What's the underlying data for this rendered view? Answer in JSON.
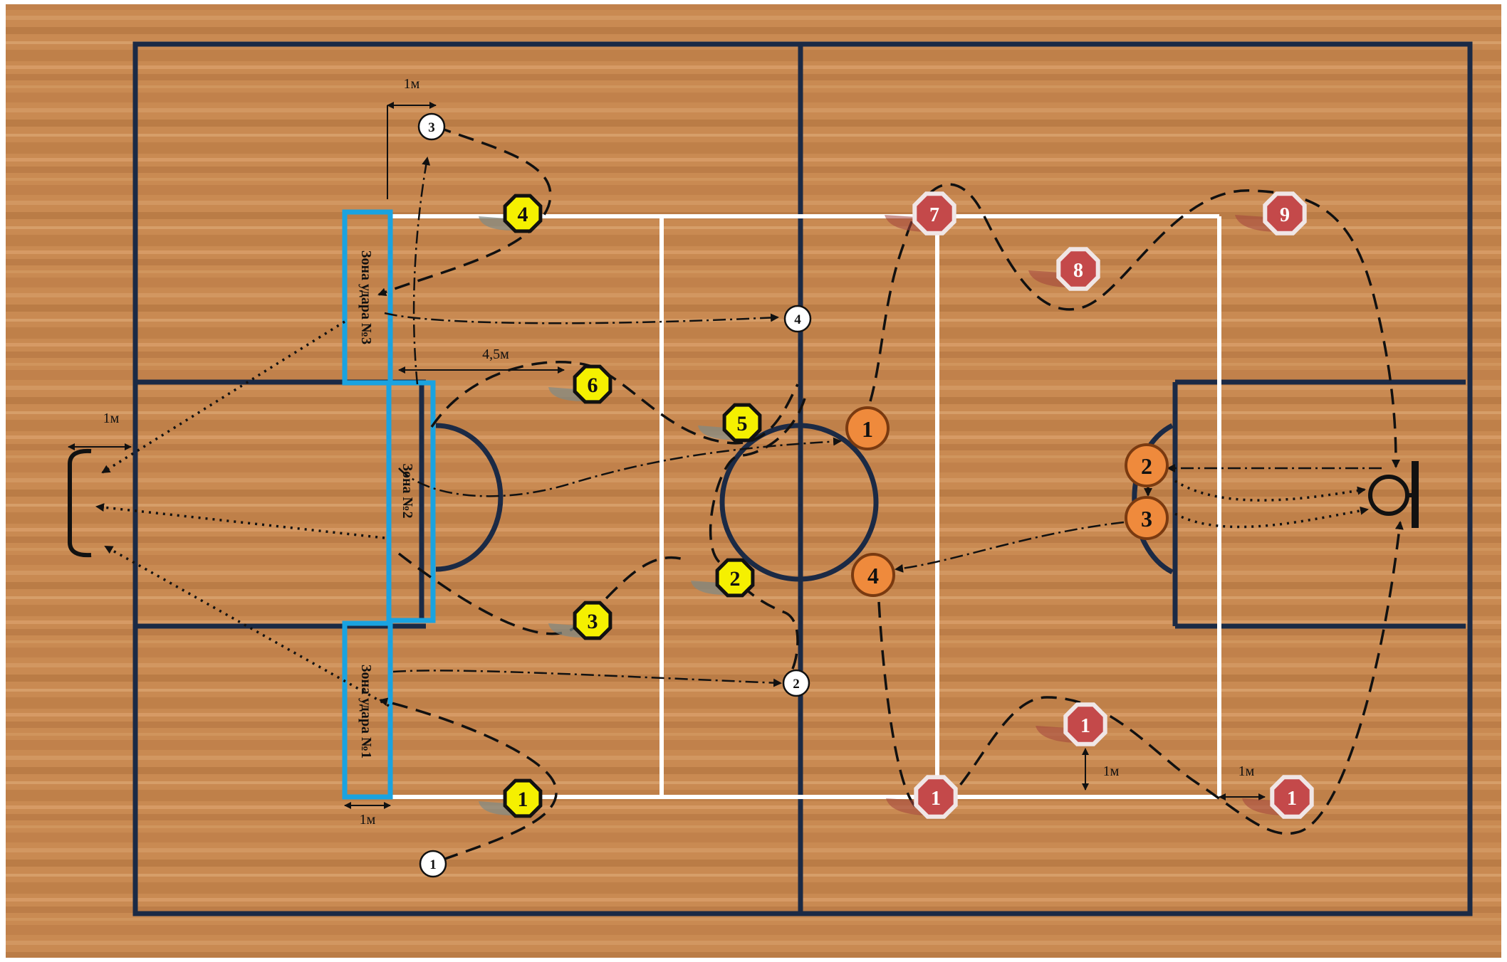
{
  "colors": {
    "floor_base": "#c98a52",
    "court_line": "#1b2a45",
    "white_line": "#ffffff",
    "zone": "#1aa3e0",
    "yellow_player": "#f5f000",
    "orange_player": "#ef8a3c",
    "red_player": "#c4494a",
    "white_marker": "#ffffff"
  },
  "distance_labels": {
    "top_1m": "1м",
    "goal_1m": "1м",
    "mid_45m": "4,5м",
    "bottom_zone_1m": "1м",
    "bottom_right_1m_a": "1м",
    "bottom_right_1m_b": "1м"
  },
  "zones": {
    "zone3": "Зона удара №3",
    "zone2": "Зона №2",
    "zone1": "Зона удара №1"
  },
  "yellow_players": [
    "4",
    "6",
    "5",
    "2",
    "3",
    "1"
  ],
  "orange_players": [
    "1",
    "2",
    "3",
    "4"
  ],
  "red_players": [
    "7",
    "9",
    "8",
    "1",
    "1",
    "1"
  ],
  "white_markers": [
    "3",
    "4",
    "2",
    "1"
  ]
}
